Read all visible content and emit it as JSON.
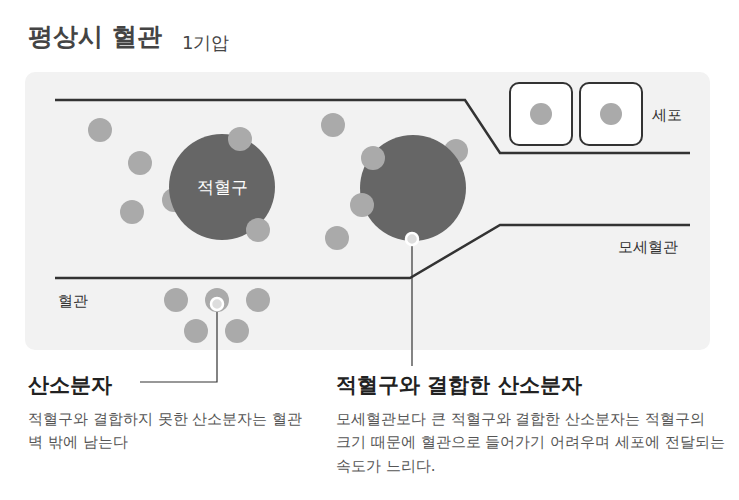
{
  "diagram": {
    "title": "평상시 혈관",
    "nodes": [
      {
        "text": [
          "적혈구"
        ]
      }
    ],
    "labels": [
      "1기압",
      "세포",
      "모세혈관",
      "혈관",
      "산소분자",
      "적혈구와 결합하지 못한 산소분자는 혈관 벽 밖에 남는다",
      "적혈구와 결합한 산소분자",
      "모세혈관보다 큰 적혈구와 결합한 산소분자는 적혈구의 크기 때문에 혈관으로 들어가기 어려우며 세포에 전달되는 속도가 느리다."
    ]
  }
}
